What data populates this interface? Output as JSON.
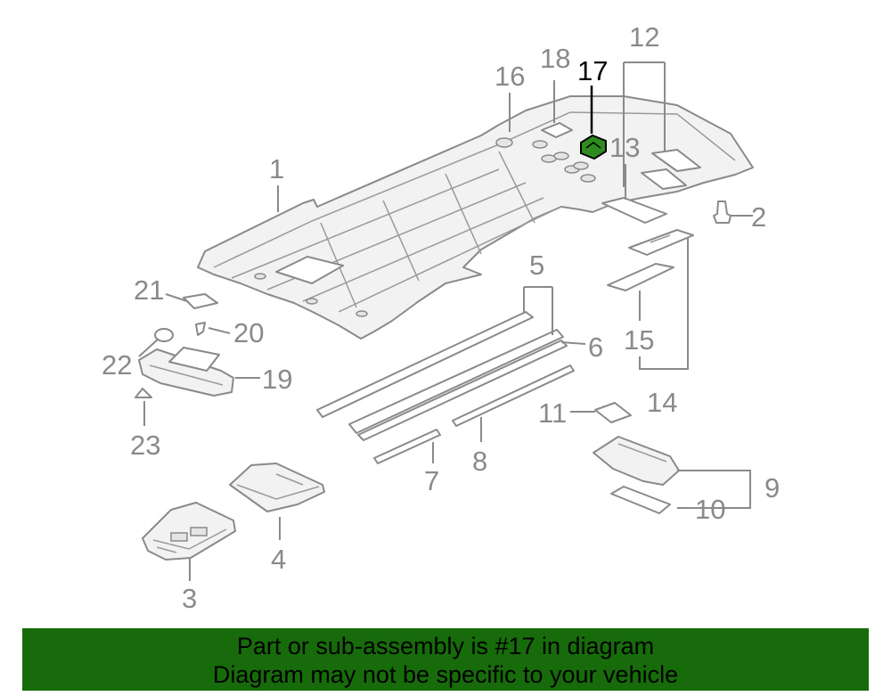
{
  "diagram": {
    "callouts": {
      "c1": "1",
      "c2": "2",
      "c3": "3",
      "c4": "4",
      "c5": "5",
      "c6": "6",
      "c7": "7",
      "c8": "8",
      "c9": "9",
      "c10": "10",
      "c11": "11",
      "c12": "12",
      "c13": "13",
      "c14": "14",
      "c15": "15",
      "c16": "16",
      "c17": "17",
      "c18": "18",
      "c19": "19",
      "c20": "20",
      "c21": "21",
      "c22": "22",
      "c23": "23"
    },
    "highlighted_part": "17",
    "colors": {
      "line": "#8a8a8a",
      "highlight_part": "#2e8b1e",
      "highlight_text": "#000000"
    }
  },
  "banner": {
    "line1": "Part or sub-assembly is #17 in diagram",
    "line2": "Diagram may not be specific to your vehicle",
    "background": "#176b0a"
  }
}
